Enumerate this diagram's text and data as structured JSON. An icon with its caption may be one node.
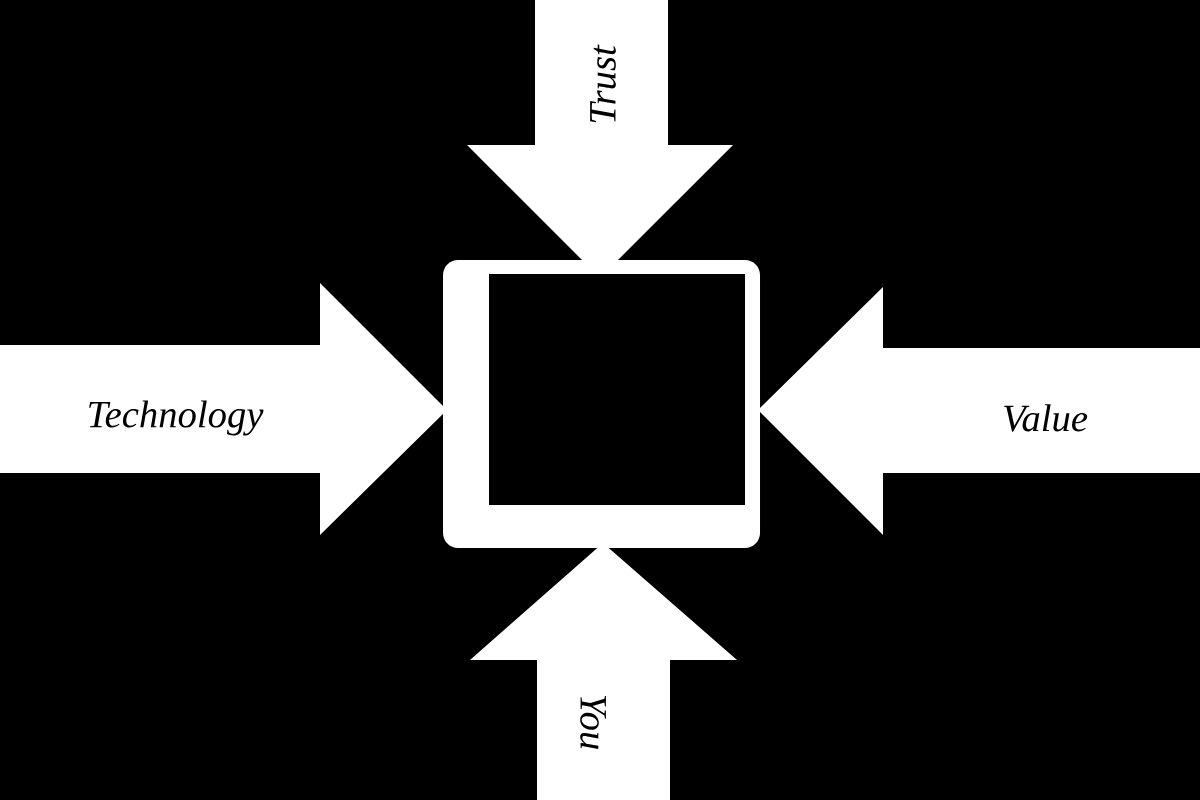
{
  "diagram": {
    "nodes": [
      {
        "text": [
          "Trust"
        ]
      },
      {
        "text": [
          "Technology"
        ]
      },
      {
        "text": [
          "Value"
        ]
      },
      {
        "text": [
          "You"
        ]
      },
      {
        "text": [],
        "shape": "box"
      }
    ]
  }
}
